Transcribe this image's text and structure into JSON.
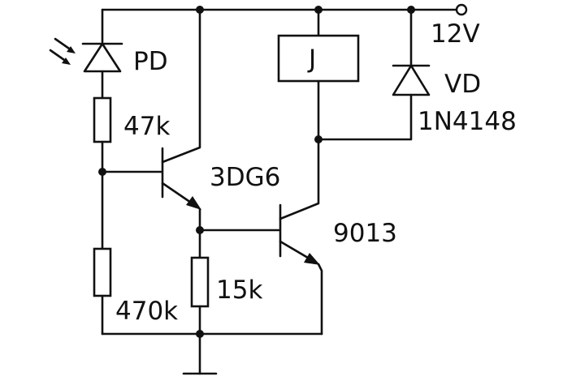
{
  "schematic": {
    "supply_label": "12V",
    "photodiode": {
      "ref": "PD"
    },
    "resistor_r1": {
      "value": "47k"
    },
    "resistor_r2": {
      "value": "470k"
    },
    "resistor_r3": {
      "value": "15k"
    },
    "transistor_q1": {
      "part": "3DG6"
    },
    "transistor_q2": {
      "part": "9013"
    },
    "relay": {
      "ref": "J"
    },
    "diode": {
      "ref": "VD",
      "part": "1N4148"
    }
  }
}
